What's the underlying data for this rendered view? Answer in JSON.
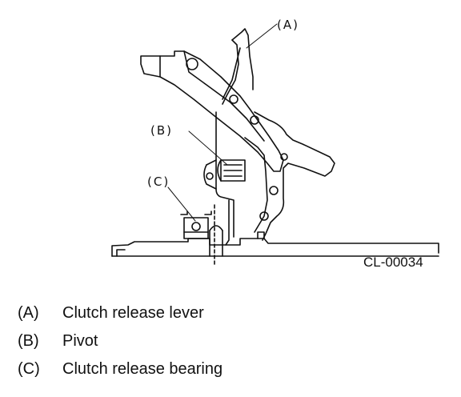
{
  "figure_code": "CL-00034",
  "callouts": {
    "a": "(A)",
    "b": "(B)",
    "c": "(C)"
  },
  "legend": [
    {
      "key": "(A)",
      "desc": "Clutch release lever"
    },
    {
      "key": "(B)",
      "desc": "Pivot"
    },
    {
      "key": "(C)",
      "desc": "Clutch release bearing"
    }
  ]
}
